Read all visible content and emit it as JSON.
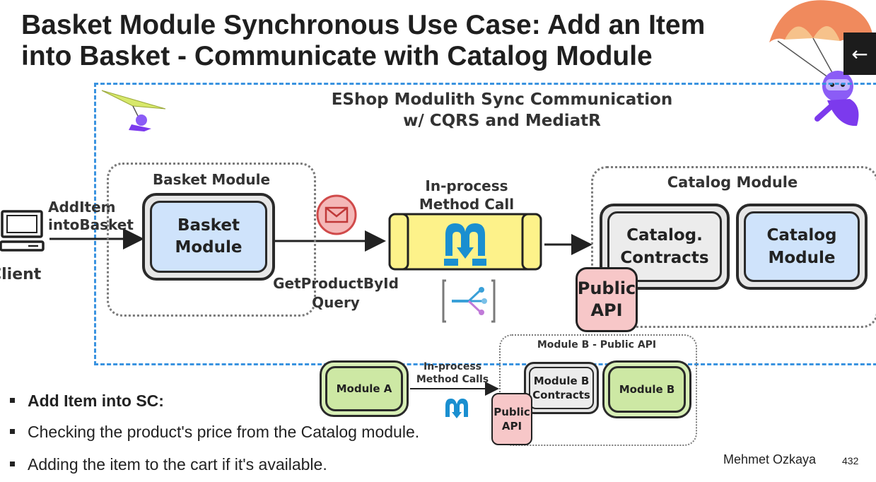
{
  "title": {
    "line1": "Basket Module Synchronous Use Case: Add an Item",
    "line2": "into Basket - Communicate with Catalog Module"
  },
  "diagram": {
    "heading_line1": "EShop Modulith Sync Communication",
    "heading_line2": "w/ CQRS and MediatR",
    "client_label": "Client",
    "request_label_line1": "AddItem",
    "request_label_line2": "intoBasket",
    "basket_group_label": "Basket Module",
    "basket_node_line1": "Basket",
    "basket_node_line2": "Module",
    "query_label_line1": "GetProductById",
    "query_label_line2": "Query",
    "inprocess_label_line1": "In-process",
    "inprocess_label_line2": "Method Call",
    "catalog_group_label": "Catalog Module",
    "catalog_contracts_line1": "Catalog.",
    "catalog_contracts_line2": "Contracts",
    "catalog_node_line1": "Catalog",
    "catalog_node_line2": "Module",
    "public_api_line1": "Public",
    "public_api_line2": "API"
  },
  "small_diagram": {
    "module_a": "Module A",
    "calls_label_line1": "In-process",
    "calls_label_line2": "Method Calls",
    "group_label": "Module B - Public API",
    "contracts_line1": "Module B",
    "contracts_line2": "Contracts",
    "module_b": "Module B",
    "public_api_line1": "Public",
    "public_api_line2": "API"
  },
  "bullets": [
    "Add Item into SC:",
    "Checking the product's price from the Catalog module.",
    "Adding the item to the cart if it's available."
  ],
  "footer": {
    "author": "Mehmet Ozkaya",
    "page_number": "432"
  },
  "icons": {
    "nav": "arrow-left-icon",
    "mediatr": "mediatr-logo-icon",
    "message": "envelope-icon",
    "client": "computer-icon"
  },
  "colors": {
    "frame": "#3a93e0",
    "blue_node": "#cfe3fb",
    "green_node": "#cde8a4",
    "pink_node": "#f7c7c8",
    "grey_node": "#ececec",
    "mediator_bar": "#fdf28a"
  }
}
